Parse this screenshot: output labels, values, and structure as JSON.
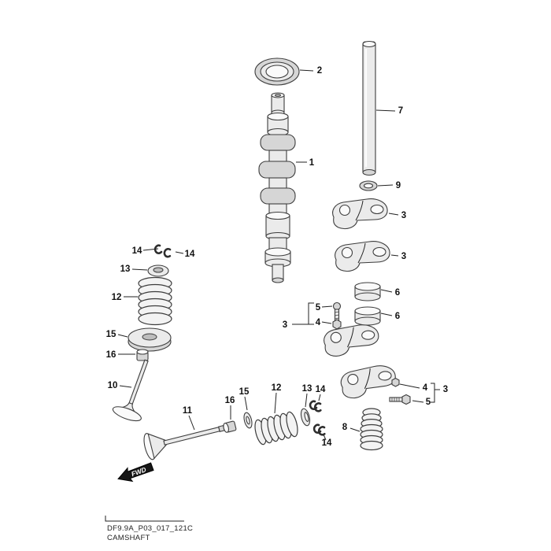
{
  "diagram": {
    "code": "DF9.9A_P03_017_121C",
    "title": "CAMSHAFT",
    "fwd_label": "FWD"
  },
  "colors": {
    "background": "#ffffff",
    "line": "#3d3d3d",
    "fill_light": "#ebebeb",
    "fill_mid": "#d6d6d6",
    "label_text": "#111111"
  },
  "labels": [
    "2",
    "1",
    "7",
    "9",
    "3",
    "3",
    "6",
    "6",
    "5",
    "4",
    "3",
    "14",
    "14",
    "13",
    "12",
    "15",
    "16",
    "10",
    "11",
    "16",
    "15",
    "12",
    "13",
    "14",
    "14",
    "8",
    "4",
    "5",
    "3"
  ]
}
